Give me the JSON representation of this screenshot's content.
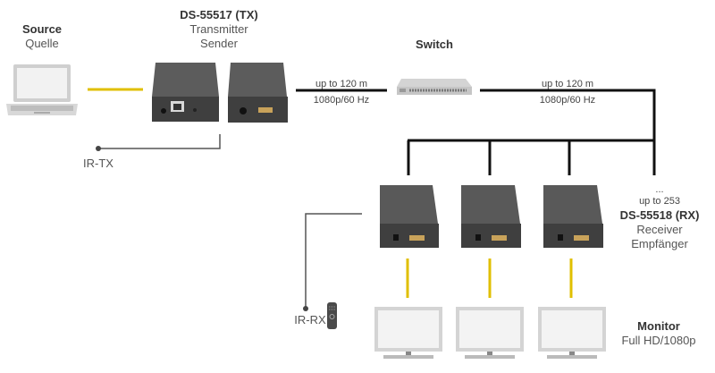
{
  "source": {
    "title": "Source",
    "subtitle": "Quelle"
  },
  "transmitter": {
    "model": "DS-55517 (TX)",
    "line1": "Transmitter",
    "line2": "Sender"
  },
  "switch": {
    "title": "Switch"
  },
  "link_tx_switch": {
    "distance": "up to 120 m",
    "resolution": "1080p/60 Hz"
  },
  "link_switch_rx": {
    "distance": "up to 120 m",
    "resolution": "1080p/60 Hz"
  },
  "ir_tx": {
    "label": "IR-TX"
  },
  "ir_rx": {
    "label": "IR-RX"
  },
  "receiver": {
    "ellipsis": "...",
    "count": "up to 253",
    "model": "DS-55518 (RX)",
    "line1": "Receiver",
    "line2": "Empfänger"
  },
  "monitor": {
    "title": "Monitor",
    "subtitle": "Full HD/1080p"
  },
  "colors": {
    "hdmi_cable": "#e0bf00",
    "network_cable": "#111111",
    "ir_cable": "#555555",
    "device_body": "#4a4a4a",
    "monitor_frame": "#d4d4d4"
  }
}
